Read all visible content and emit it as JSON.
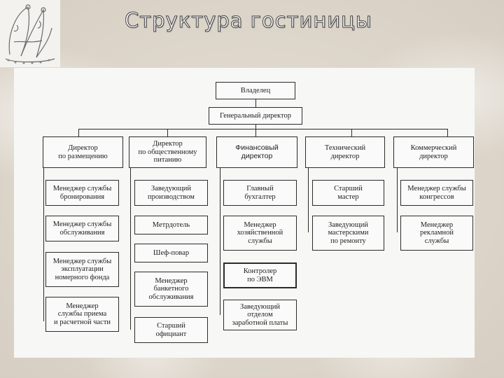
{
  "slide": {
    "title": "Структура гостиницы"
  },
  "diagram": {
    "owner": "Владелец",
    "general_director": "Генеральный директор",
    "columns": [
      {
        "head": "Директор\nпо размещению",
        "items": [
          "Менеджер службы\nбронирования",
          "Менеджер службы\nобслуживания",
          "Менеджер службы\nэксплуатации\nномерного фонда",
          "Менеджер\nслужбы приема\nи расчетной части"
        ]
      },
      {
        "head": "Директор\nпо общественному\nпитанию",
        "items": [
          "Заведующий\nпроизводством",
          "Метрдотель",
          "Шеф-повар",
          "Менеджер\nбанкетного\nобслуживания",
          "Старший\nофициант"
        ]
      },
      {
        "head": "Финансовый\nдиректор",
        "items": [
          "Главный\nбухгалтер",
          "Менеджер\nхозяйственной\nслужбы",
          "Контролер\nпо ЭВМ",
          "Заведующий\nотделом\nзаработной платы"
        ]
      },
      {
        "head": "Технический\nдиректор",
        "items": [
          "Старший\nмастер",
          "Заведующий\nмастерскими\nпо ремонту"
        ]
      },
      {
        "head": "Коммерческий\nдиректор",
        "items": [
          "Менеджер службы\nконгрессов",
          "Менеджер\nрекламной\nслужбы"
        ]
      }
    ]
  }
}
